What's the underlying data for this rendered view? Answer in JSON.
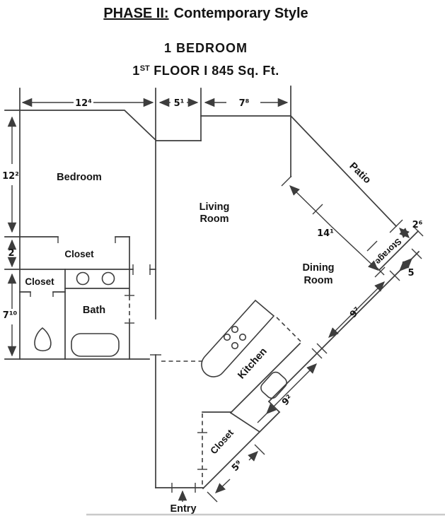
{
  "header": {
    "phase_label": "PHASE II:",
    "style_label": "Contemporary Style",
    "line2": "1 BEDROOM",
    "floor_num": "1",
    "floor_sup": "ST",
    "floor_rest": "FLOOR I 845 Sq. Ft."
  },
  "rooms": {
    "bedroom": "Bedroom",
    "living_1": "Living",
    "living_2": "Room",
    "dining_1": "Dining",
    "dining_2": "Room",
    "kitchen": "Kitchen",
    "bath": "Bath",
    "closet_bedroom": "Closet",
    "closet_hall": "Closet",
    "closet_entry": "Closet",
    "storage": "Storage",
    "patio": "Patio",
    "entry": "Entry"
  },
  "dims": {
    "bedroom_width": "12⁴",
    "nook_width": "5¹",
    "living_width": "7⁸",
    "bedroom_depth": "12²",
    "closet_depth": "2",
    "bath_depth": "7¹⁰",
    "dining_diag": "14¹",
    "storage_depth": "2⁶",
    "storage_front": "5",
    "dining_wall": "9⁷",
    "kitchen_wall": "9²",
    "entry_closet_wall": "5⁹"
  },
  "colors": {
    "line": "#3d3d3d",
    "text": "#141414",
    "background": "#ffffff",
    "footer_rule": "#c9c9c9"
  }
}
